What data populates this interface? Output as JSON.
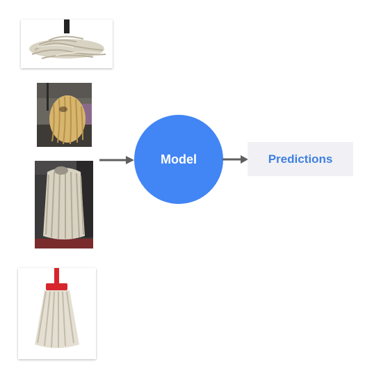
{
  "model": {
    "label": "Model",
    "color": "#4285f4"
  },
  "predictions": {
    "label": "Predictions",
    "color": "#3f7fe0",
    "bg": "#f1f1f5"
  },
  "arrow_color": "#5f5f5f",
  "inputs": [
    {
      "name": "mop-head-photo"
    },
    {
      "name": "dog-photo"
    },
    {
      "name": "dog-standing-photo"
    },
    {
      "name": "red-mop-photo"
    }
  ]
}
